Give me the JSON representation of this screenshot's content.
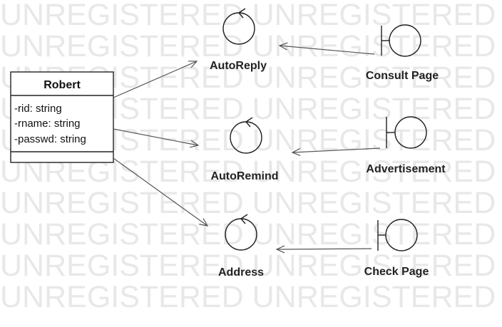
{
  "watermark": {
    "text": "UNREGISTERED UNREGISTERED UNREGISTERED",
    "color": "#e8e8e8"
  },
  "class_box": {
    "name": "Robert",
    "attributes": [
      "-rid: string",
      "-rname: string",
      "-passwd: string"
    ]
  },
  "controls": [
    {
      "id": "autoreply",
      "label": "AutoReply"
    },
    {
      "id": "autoremind",
      "label": "AutoRemind"
    },
    {
      "id": "address",
      "label": "Address"
    }
  ],
  "boundaries": [
    {
      "id": "consult-page",
      "label": "Consult Page"
    },
    {
      "id": "advertisement",
      "label": "Advertisement"
    },
    {
      "id": "check-page",
      "label": "Check Page"
    }
  ],
  "connections": [
    {
      "from": "Robert",
      "to": "AutoReply"
    },
    {
      "from": "Robert",
      "to": "AutoRemind"
    },
    {
      "from": "Robert",
      "to": "Address"
    },
    {
      "from": "Consult Page",
      "to": "AutoReply"
    },
    {
      "from": "Advertisement",
      "to": "AutoRemind"
    },
    {
      "from": "Check Page",
      "to": "Address"
    }
  ]
}
